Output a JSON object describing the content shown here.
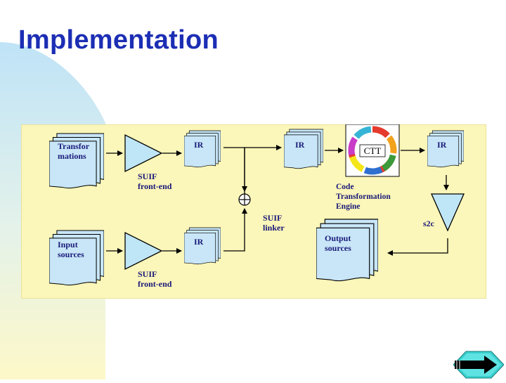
{
  "slide": {
    "title": "Implementation"
  },
  "diagram": {
    "transformations_doc": "Transfor\nmations",
    "input_sources_doc": "Input\nsources",
    "ir_doc_1": "IR",
    "ir_doc_2": "IR",
    "ir_doc_3": "IR",
    "ir_doc_4": "IR",
    "suif_frontend_top": "SUIF\nfront-end",
    "suif_frontend_bottom": "SUIF\nfront-end",
    "suif_linker": "SUIF\nlinker",
    "ctt_label": "CTT",
    "ctt_caption": "Code\nTransformation\nEngine",
    "s2c_label": "s2c",
    "output_sources_doc": "Output\nsources"
  },
  "colors": {
    "title": "#1c2eb4",
    "diagram_bg": "#fbf6b9",
    "doc_fill": "#c8e6f7",
    "triangle_fill": "#bfe6f6",
    "text": "#1a1a7a"
  },
  "nav": {
    "icon": "next-arrow-icon"
  }
}
